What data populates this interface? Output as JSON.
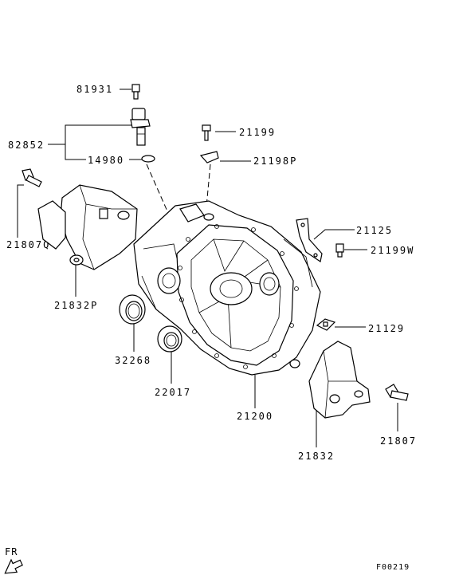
{
  "labels": {
    "p81931": "81931",
    "p82852": "82852",
    "p14980": "14980",
    "p21199": "21199",
    "p21198P": "21198P",
    "p21807Q": "21807Q",
    "p21832P": "21832P",
    "p21125": "21125",
    "p21199W": "21199W",
    "p21129": "21129",
    "p32268": "32268",
    "p22017": "22017",
    "p21200": "21200",
    "p21832": "21832",
    "p21807": "21807",
    "fr": "FR",
    "figure_code": "F00219"
  }
}
